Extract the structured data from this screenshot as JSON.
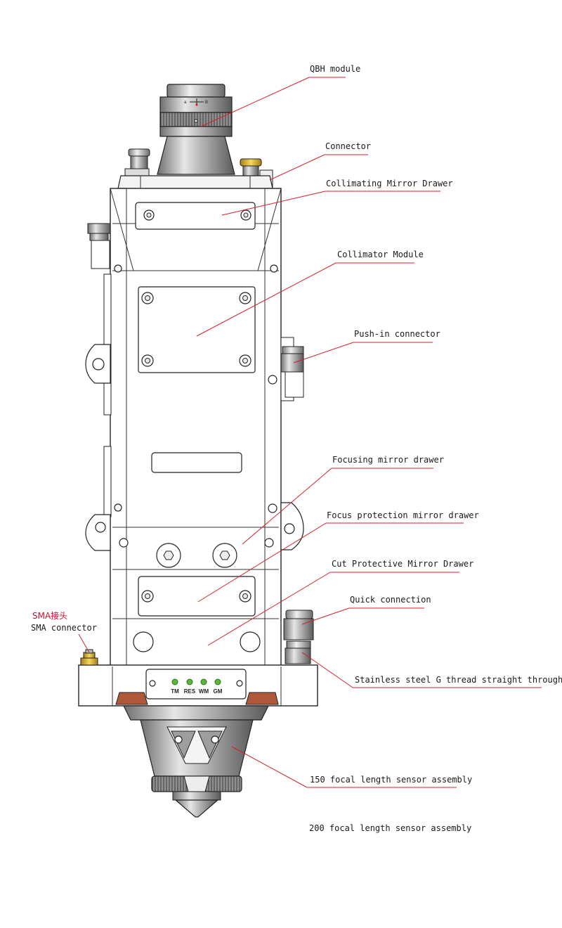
{
  "colors": {
    "leader": "#d6202a",
    "led_green": "#5ab83a",
    "copper": "#b0593a",
    "brass": "#d8b038",
    "metal_dark": "#8b8b8b",
    "metal_light": "#dadada"
  },
  "labels": {
    "qbh_module": "QBH module",
    "connector": "Connector",
    "collimating_mirror_drawer": "Collimating Mirror Drawer",
    "collimator_module": "Collimator Module",
    "push_in_connector": "Push-in connector",
    "focusing_mirror_drawer": "Focusing mirror drawer",
    "focus_protection_mirror_drawer": "Focus protection mirror drawer",
    "cut_protective_mirror_drawer": "Cut Protective Mirror Drawer",
    "quick_connection": "Quick connection",
    "sma_connector_cn": "SMA接头",
    "sma_connector": "SMA connector",
    "stainless_steel_thread": "Stainless steel G thread straight through",
    "sensor_150": "150 focal length sensor assembly",
    "sensor_200": "200 focal length sensor assembly"
  },
  "indicator_panel": {
    "leds": [
      "TM",
      "RES",
      "WM",
      "GM"
    ]
  },
  "qbh_scale": {
    "mark_a": "a",
    "mark_b": "B"
  }
}
